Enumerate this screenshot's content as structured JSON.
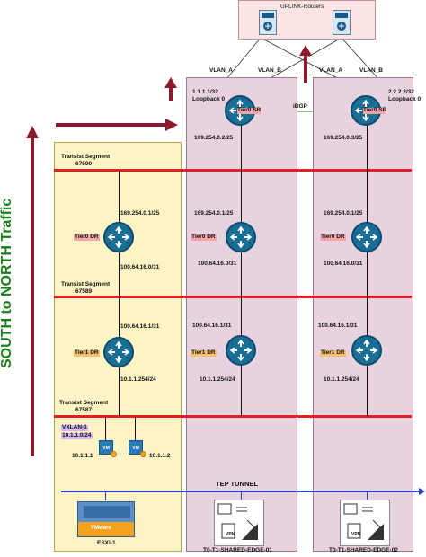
{
  "top_box": {
    "title": "UPLINK-Routers"
  },
  "side_title": "SOUTH to NORTH Traffic",
  "esxi": {
    "segments": [
      {
        "name": "Transist Segment",
        "id": "67590"
      },
      {
        "name": "Transist Segment",
        "id": "67589"
      },
      {
        "name": "Transist Segment",
        "id": "67587"
      }
    ],
    "tier0": {
      "label": "Tier0 DR",
      "ip_top": "169.254.0.1/25",
      "ip_bottom": "100.64.16.0/31"
    },
    "tier1": {
      "label": "Tier1 DR",
      "ip_top": "100.64.16.1/31",
      "ip_bottom": "10.1.1.254/24"
    },
    "vxlan": {
      "name": "VXLAN-1",
      "subnet": "10.1.1.0/24"
    },
    "vms": [
      {
        "label": "VM",
        "ip": "10.1.1.1"
      },
      {
        "label": "VM",
        "ip": "10.1.1.2"
      }
    ],
    "host": {
      "brand": "VMware",
      "name": "ESXi-1"
    }
  },
  "edges": [
    {
      "vlans": [
        "VLAN_A",
        "VLAN_B"
      ],
      "loopback_ip": "1.1.1.1/32",
      "loopback_label": "Loopback 0",
      "sr_label": "Tier0 SR",
      "sr_ip": "169.254.0.2/25",
      "tier0": {
        "label": "Tier0 DR",
        "ip_top": "169.254.0.1/25",
        "ip_bottom": "100.64.16.0/31"
      },
      "tier1": {
        "label": "Tier1 DR",
        "ip_top": "100.64.16.1/31",
        "ip_bottom": "10.1.1.254/24"
      },
      "name": "T0-T1-SHARED-EDGE-01",
      "vpn": "VPN"
    },
    {
      "vlans": [
        "VLAN_A",
        "VLAN_B"
      ],
      "loopback_ip": "2.2.2.2/32",
      "loopback_label": "Loopback 0",
      "sr_label": "Tier0 SR",
      "sr_ip": "169.254.0.3/25",
      "tier0": {
        "label": "Tier0 DR",
        "ip_top": "169.254.0.1/25",
        "ip_bottom": "100.64.16.0/31"
      },
      "tier1": {
        "label": "Tier1 DR",
        "ip_top": "100.64.16.1/31",
        "ip_bottom": "10.1.1.254/24"
      },
      "name": "T0-T1-SHARED-EDGE-02",
      "vpn": "VPN"
    }
  ],
  "ibgp_label": "iBGP",
  "tep_label": "TEP TUNNEL",
  "colors": {
    "red": "#e31e24",
    "darkred": "#8b1a2b",
    "green": "#2e7d1f",
    "blue": "#2b3fc9",
    "router": "#1a6e96"
  }
}
